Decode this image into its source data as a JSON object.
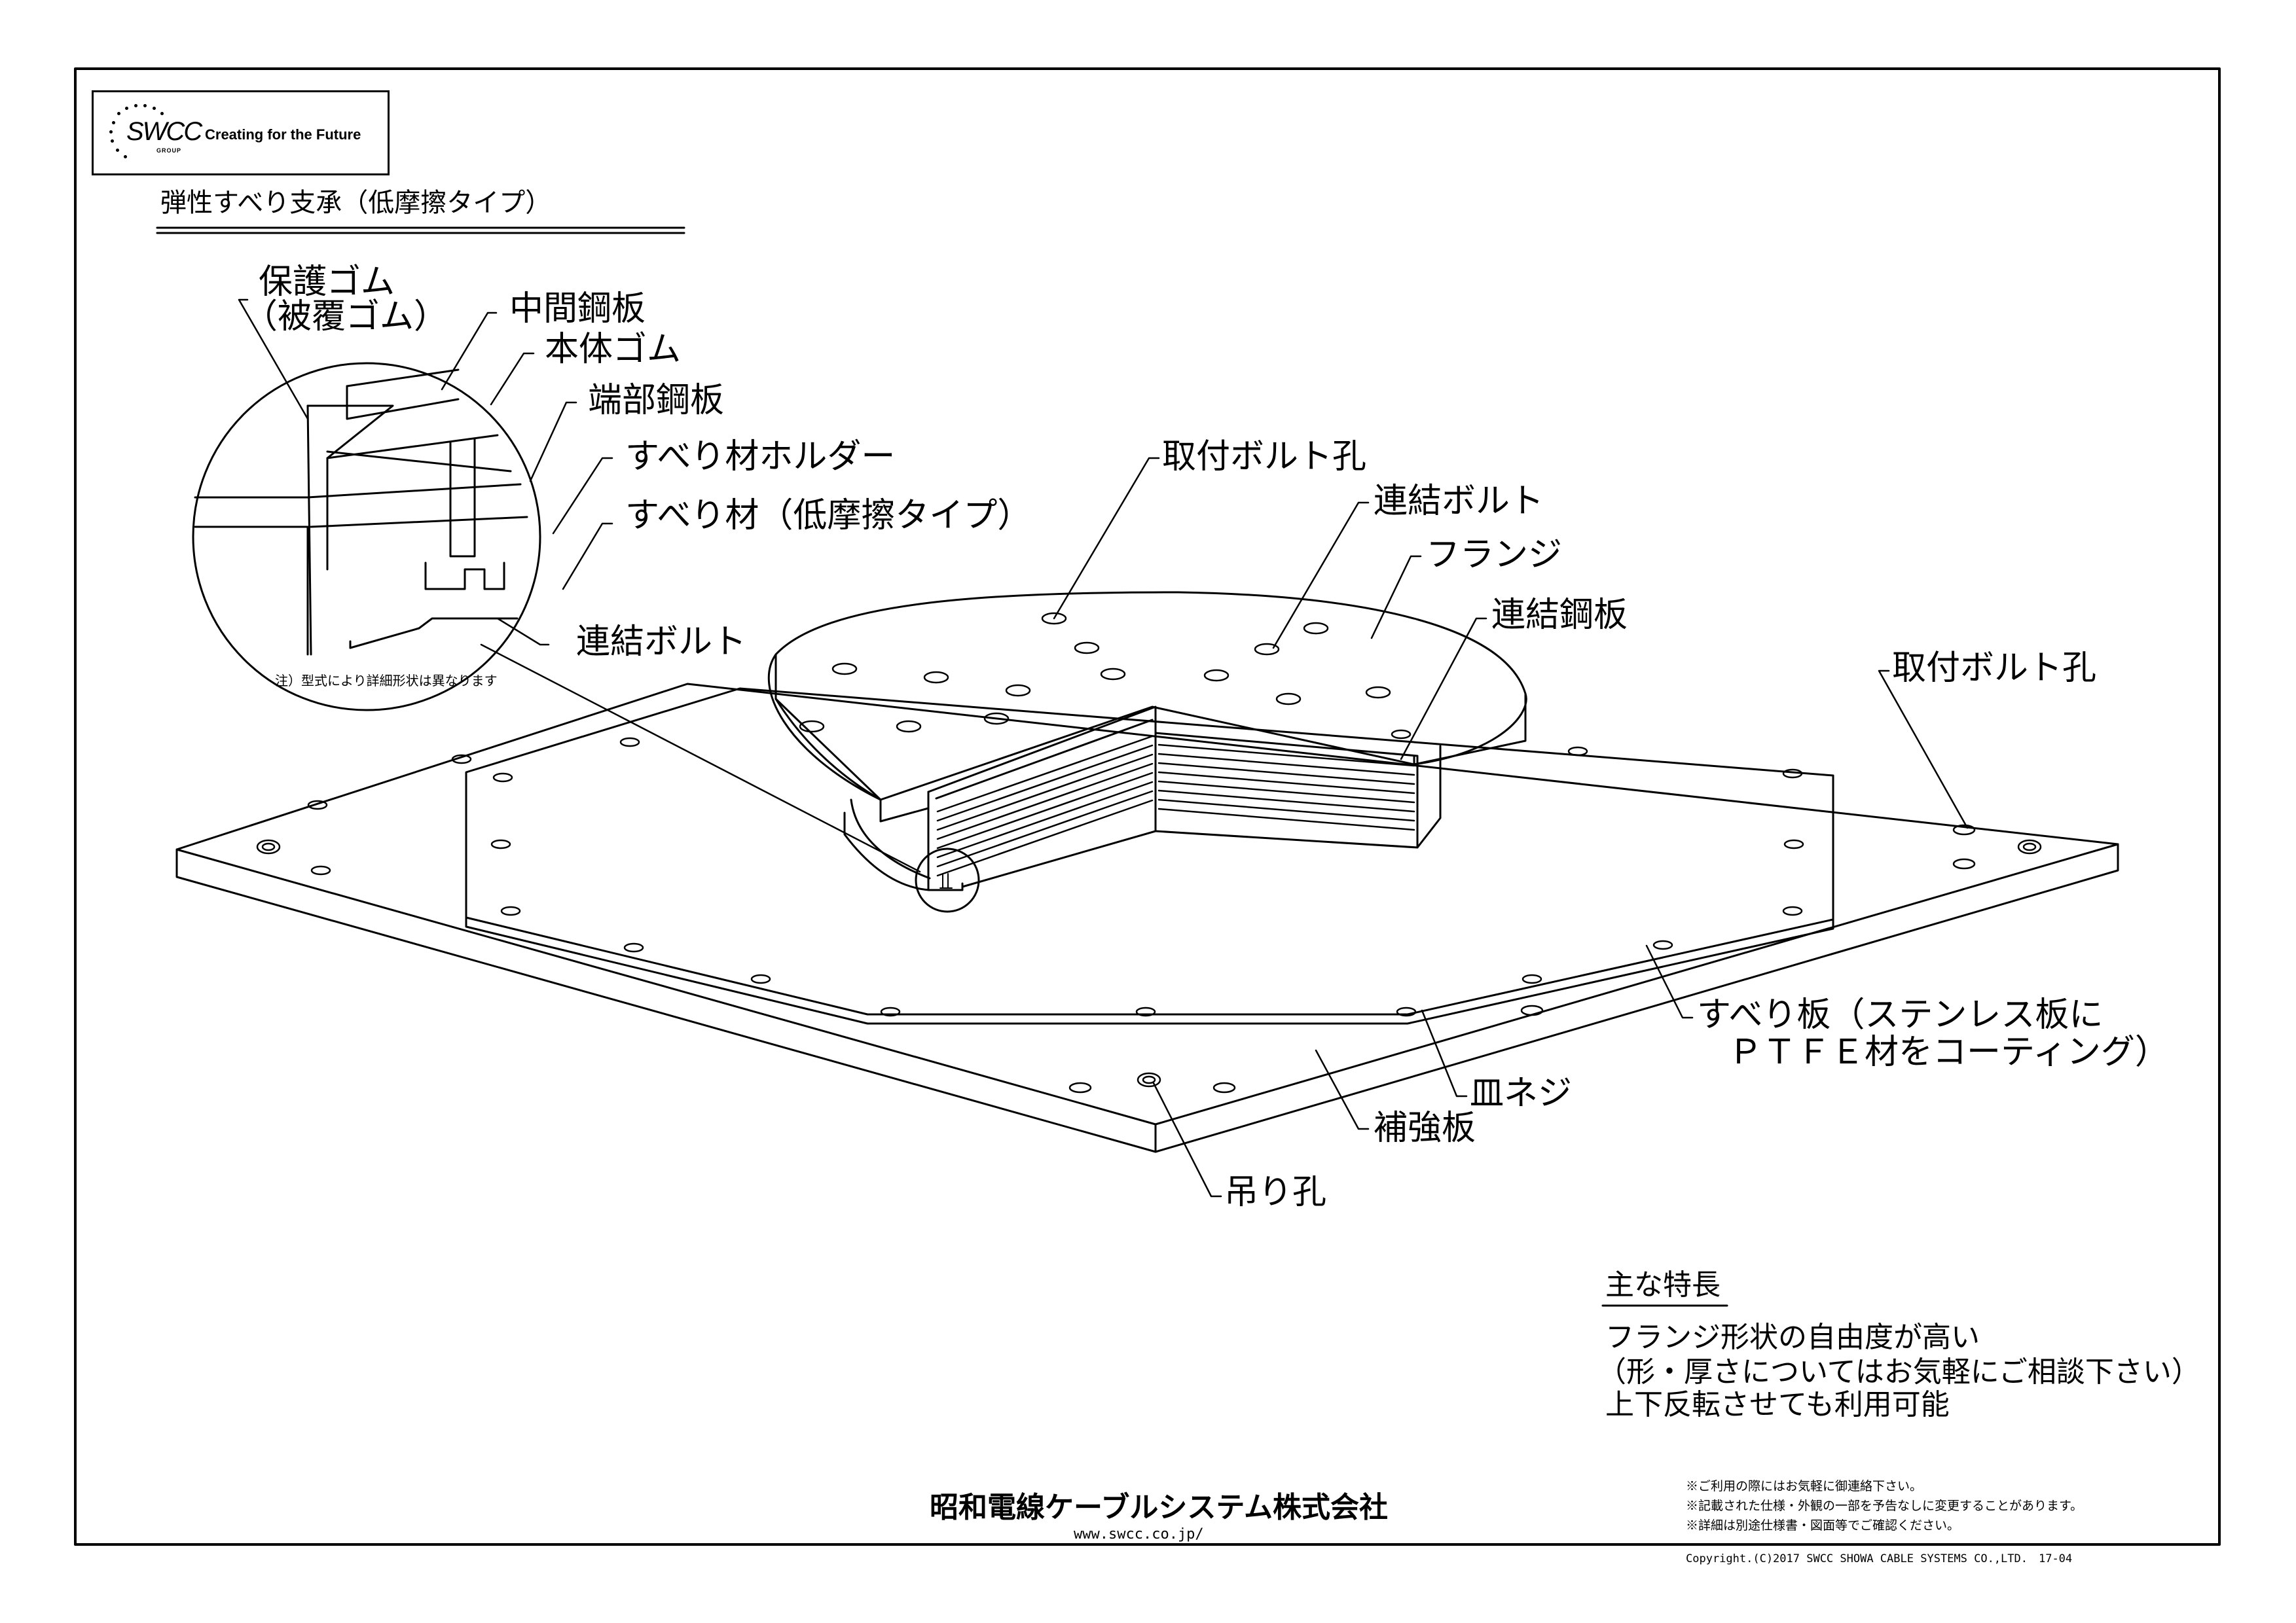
{
  "logo": {
    "mark": "SWCC",
    "group": "GROUP",
    "slogan": "Creating for the Future"
  },
  "title": "弾性すべり支承（低摩擦タイプ）",
  "detail": {
    "labels": {
      "cover_rubber_1": "保護ゴム",
      "cover_rubber_2": "（被覆ゴム）",
      "inner_plate": "中間鋼板",
      "body_rubber": "本体ゴム",
      "end_plate": "端部鋼板",
      "slider_holder": "すべり材ホルダー",
      "slider": "すべり材（低摩擦タイプ）",
      "bolt": "連結ボルト"
    },
    "note": "注）型式により詳細形状は異なります"
  },
  "main": {
    "labels": {
      "mount_hole_top": "取付ボルト孔",
      "bolt": "連結ボルト",
      "flange": "フランジ",
      "connect_plate": "連結鋼板",
      "mount_hole_right": "取付ボルト孔",
      "slide_plate_1": "すべり板（ステンレス板に",
      "slide_plate_2": "ＰＴＦＥ材をコーティング）",
      "screw": "皿ネジ",
      "reinforce_plate": "補強板",
      "lift_hole": "吊り孔"
    }
  },
  "features": {
    "heading": "主な特長",
    "lines": [
      "フランジ形状の自由度が高い",
      "（形・厚さについてはお気軽にご相談下さい）",
      "上下反転させても利用可能"
    ]
  },
  "footer": {
    "company": "昭和電線ケーブルシステム株式会社",
    "url": "www.swcc.co.jp/",
    "notes": [
      "※ご利用の際にはお気軽に御連絡下さい。",
      "※記載された仕様・外観の一部を予告なしに変更することがあります。",
      "※詳細は別途仕様書・図面等でご確認ください。"
    ],
    "copyright": "Copyright.(C)2017 SWCC SHOWA CABLE SYSTEMS CO.,LTD.　17-04"
  }
}
